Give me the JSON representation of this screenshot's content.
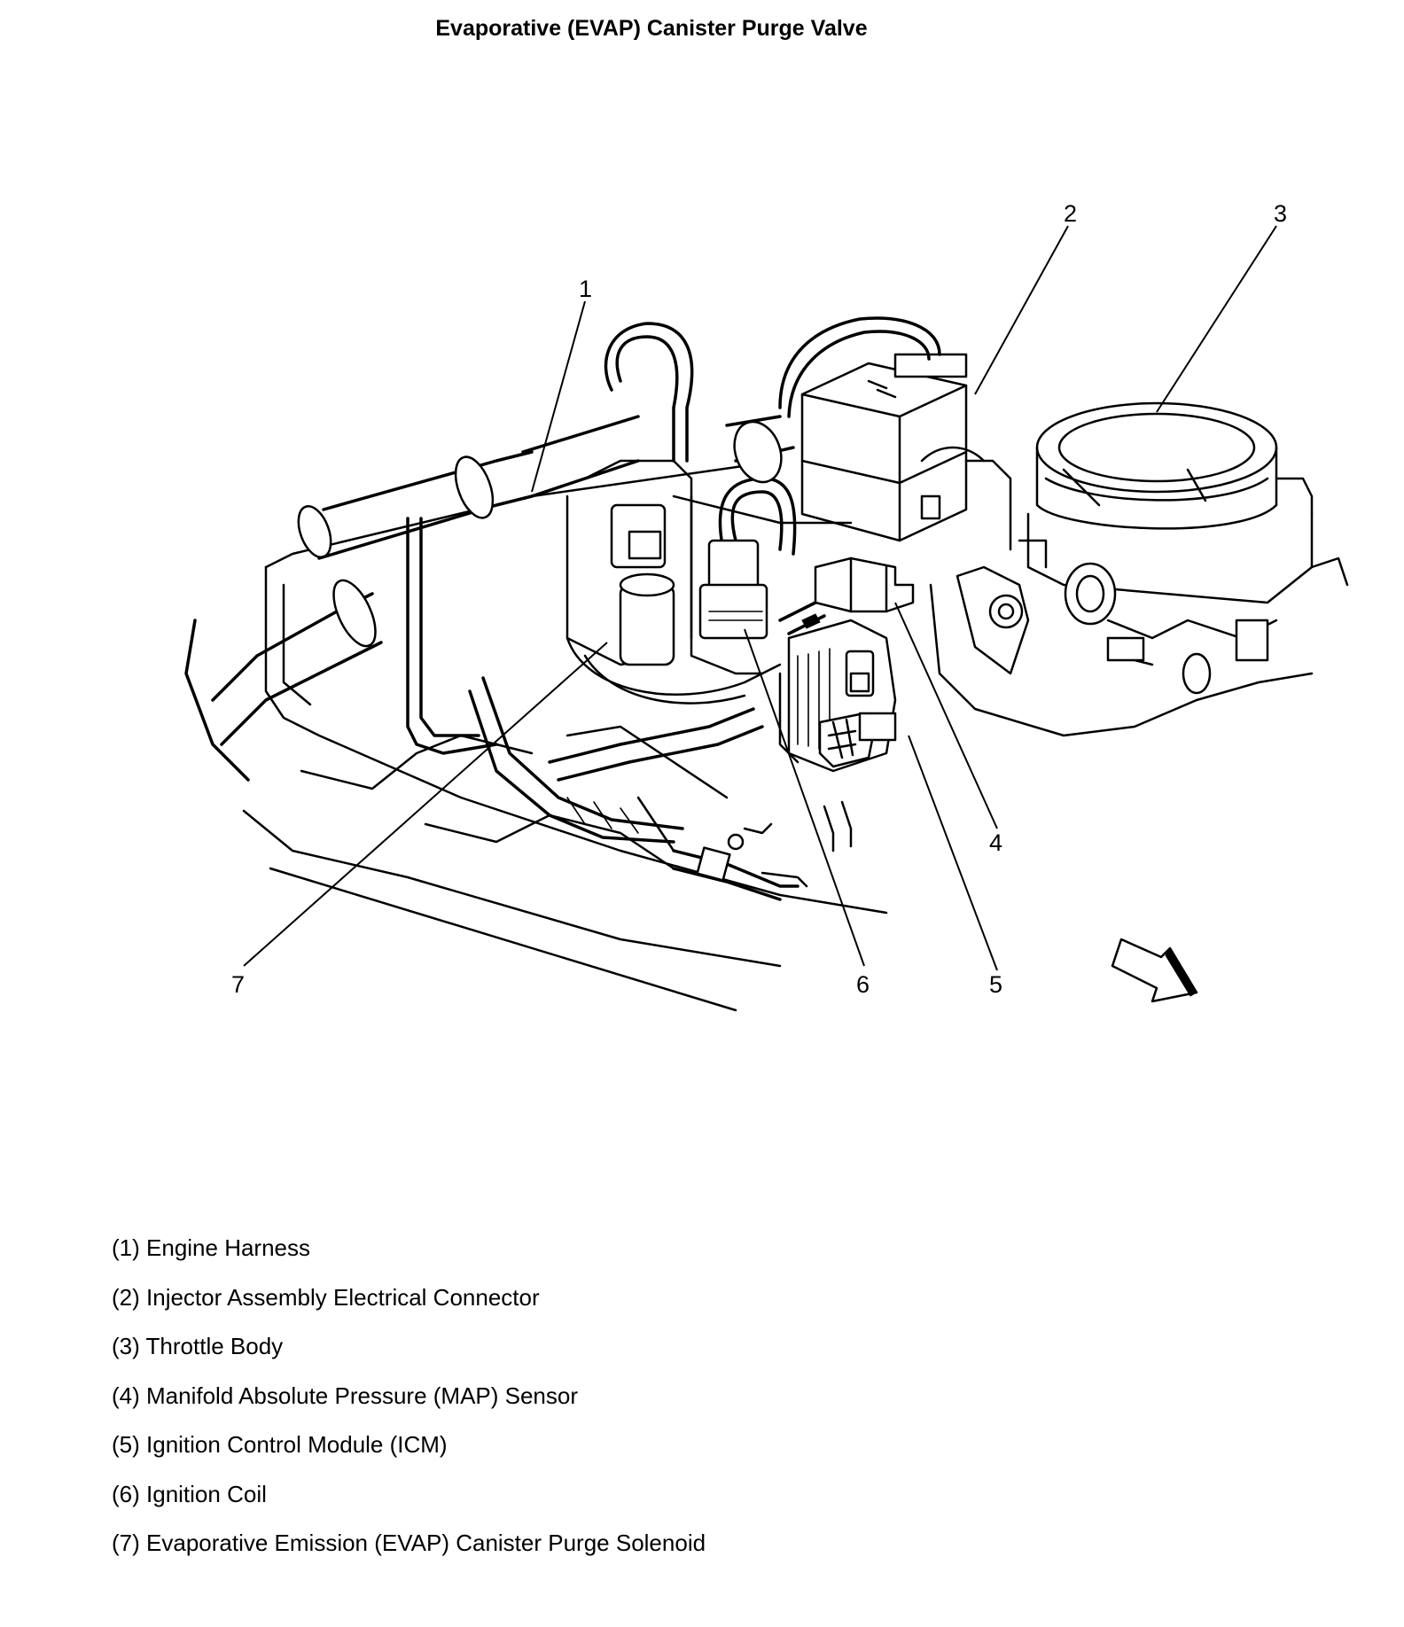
{
  "title": "Evaporative (EVAP) Canister Purge Valve",
  "callouts": [
    "1",
    "2",
    "3",
    "4",
    "5",
    "6",
    "7"
  ],
  "legend": [
    {
      "num": "(1)",
      "text": "Engine Harness"
    },
    {
      "num": "(2)",
      "text": "Injector Assembly Electrical Connector"
    },
    {
      "num": "(3)",
      "text": "Throttle Body"
    },
    {
      "num": "(4)",
      "text": "Manifold Absolute Pressure (MAP) Sensor"
    },
    {
      "num": "(5)",
      "text": "Ignition Control Module (ICM)"
    },
    {
      "num": "(6)",
      "text": "Ignition Coil"
    },
    {
      "num": "(7)",
      "text": "Evaporative Emission (EVAP) Canister Purge Solenoid"
    }
  ]
}
